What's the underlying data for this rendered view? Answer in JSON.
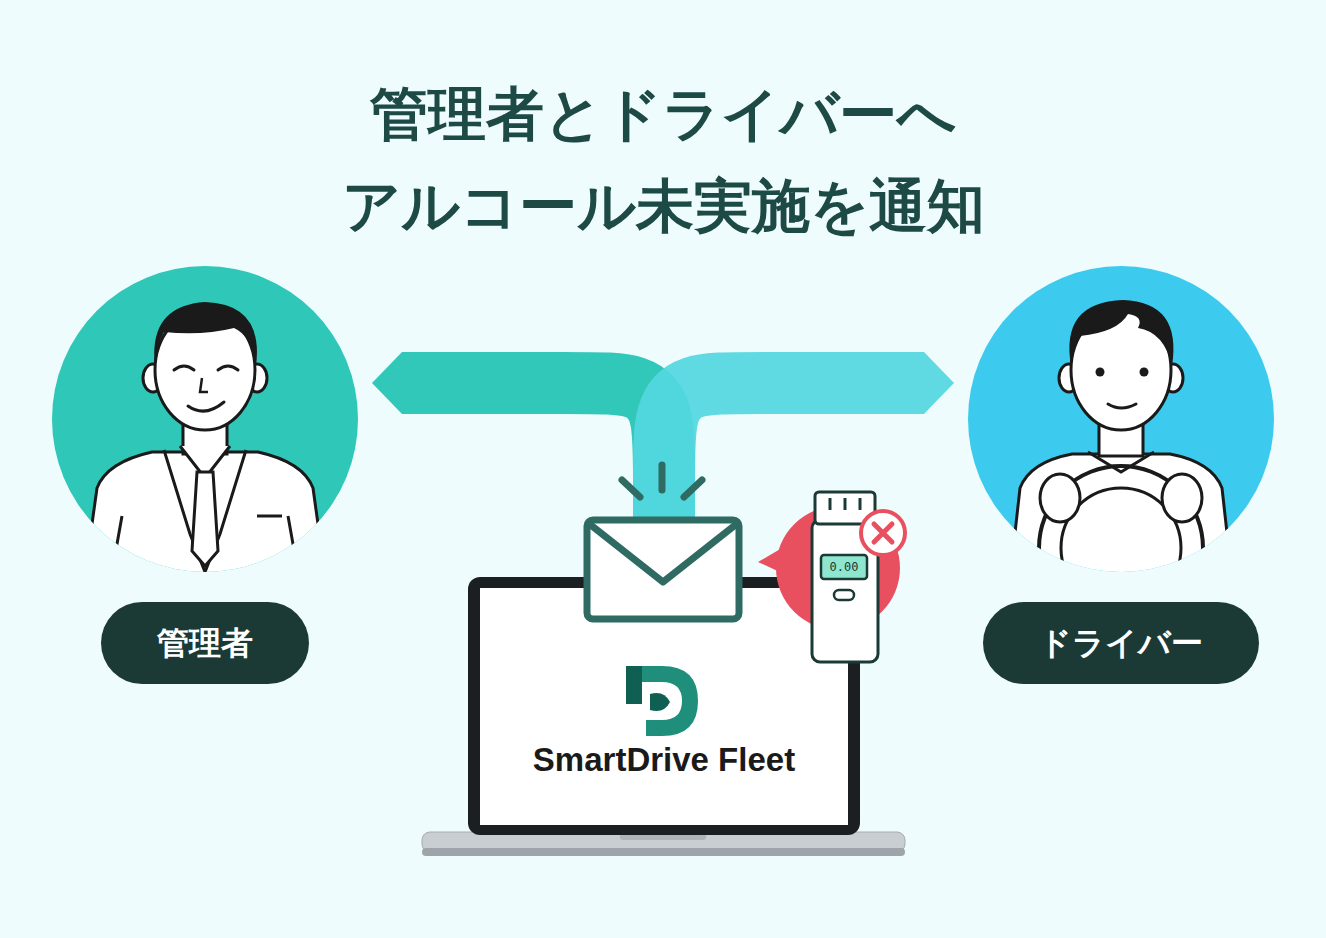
{
  "diagram": {
    "title": "管理者とドライバーへ アルコール未実施を通知",
    "nodes": [
      {
        "text": [
          "管理者"
        ]
      },
      {
        "text": [
          "ドライバー"
        ]
      },
      {
        "text": [
          "SmartDrive Fleet"
        ]
      }
    ],
    "edges": [
      {
        "from": 2,
        "to": 0,
        "arrow": "to"
      },
      {
        "from": 2,
        "to": 1,
        "arrow": "to"
      }
    ],
    "labels": [
      "0.00"
    ]
  }
}
